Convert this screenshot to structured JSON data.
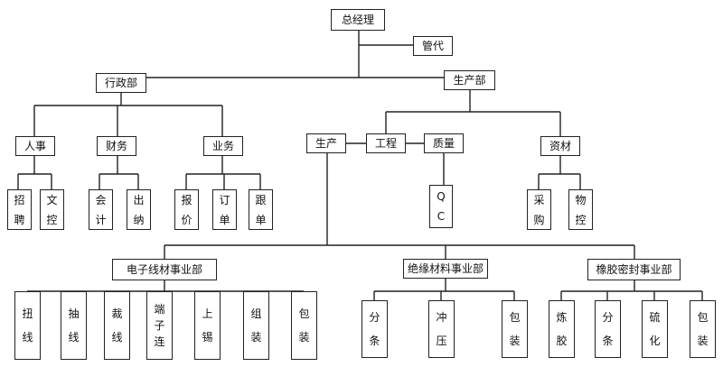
{
  "org_chart": {
    "gm": "总经理",
    "guandai": "管代",
    "admin": {
      "label": "行政部",
      "hr": {
        "label": "人事",
        "children": [
          "招聘",
          "文控"
        ]
      },
      "finance": {
        "label": "财务",
        "children": [
          "会计",
          "出纳"
        ]
      },
      "sales": {
        "label": "业务",
        "children": [
          "报价",
          "订单",
          "跟单"
        ]
      }
    },
    "production_dept": {
      "label": "生产部",
      "production": "生产",
      "engineering": "工程",
      "quality": {
        "label": "质量",
        "children": [
          "QC"
        ]
      },
      "materials": {
        "label": "资材",
        "children": [
          "采购",
          "物控"
        ]
      }
    },
    "divisions": [
      {
        "label": "电子线材事业部",
        "children": [
          "扭线",
          "抽线",
          "裁线",
          "端子连",
          "上锡",
          "组装",
          "包装"
        ]
      },
      {
        "label": "绝缘材料事业部",
        "children": [
          "分条",
          "冲压",
          "包装"
        ]
      },
      {
        "label": "橡胶密封事业部",
        "children": [
          "炼胶",
          "分条",
          "硫化",
          "包装"
        ]
      }
    ]
  }
}
